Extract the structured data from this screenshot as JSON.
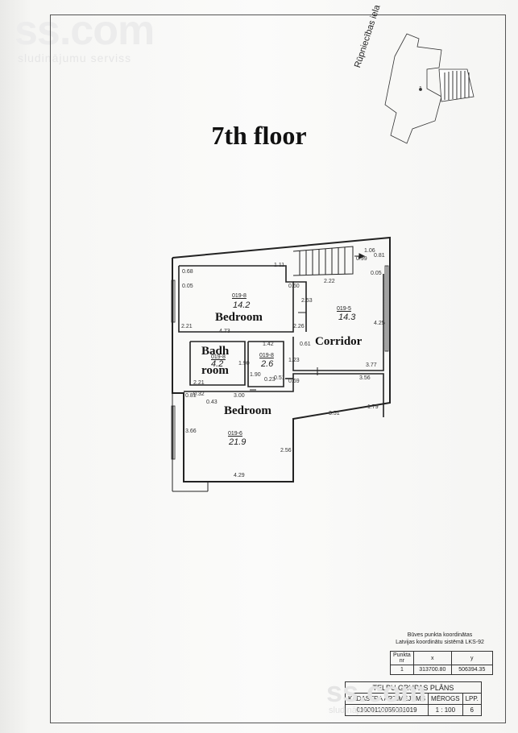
{
  "watermark": {
    "brand": "ss.com",
    "tagline": "sludinājumu serviss"
  },
  "page_title": "7th floor",
  "street_name": "Rūpniecības iela",
  "plot_marker": "1",
  "rooms": {
    "bedroom_1": {
      "label": "Bedroom",
      "id": "019-8",
      "area": "14.2"
    },
    "corridor": {
      "label": "Corridor",
      "id": "019-5",
      "area": "14.3"
    },
    "bathroom": {
      "label_line1": "Badh",
      "label_line2": "room",
      "id": "019-8",
      "area": "4.2"
    },
    "wc": {
      "id": "019-8",
      "area": "2.6"
    },
    "bedroom_2": {
      "label": "Bedroom",
      "id": "019-6",
      "area": "21.9"
    }
  },
  "dimensions": [
    "0.68",
    "0.05",
    "1.11",
    "0.60",
    "2.21",
    "4.73",
    "2.53",
    "2.26",
    "1.06",
    "0.99",
    "0.81",
    "0.05",
    "2.22",
    "4.25",
    "3.77",
    "1.42",
    "0.61",
    "1.23",
    "0.69",
    "3.56",
    "2.21",
    "0.32",
    "0.43",
    "0.81",
    "3.00",
    "1.90",
    "0.23",
    "0.51",
    "1.90",
    "3.51",
    "1.79",
    "3.66",
    "2.56",
    "4.29"
  ],
  "coordinates": {
    "title_line1": "Būves punkta koordinātas",
    "title_line2": "Latvijas koordinātu sistēmā LKS-92",
    "headers": [
      "Punkta nr",
      "x",
      "y"
    ],
    "row": [
      "1",
      "313700.80",
      "506394.35"
    ]
  },
  "title_block": {
    "heading": "TELPU GRUPAS PLĀNS",
    "headers": [
      "KADASTRA APZĪMĒJUMS",
      "MĒROGS",
      "LPP."
    ],
    "values": [
      "01000110059001019",
      "1 : 100",
      "6"
    ]
  }
}
